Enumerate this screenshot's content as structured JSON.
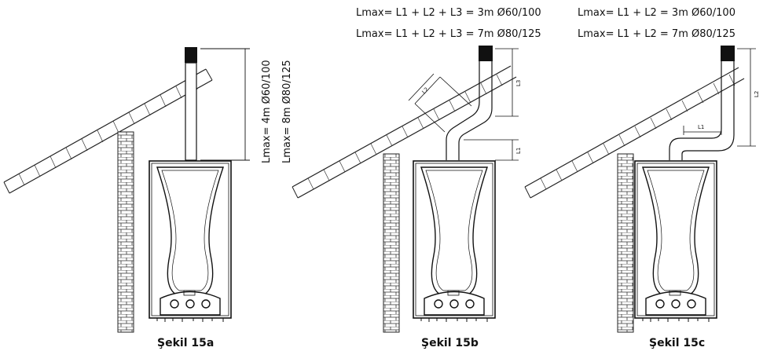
{
  "panels": [
    {
      "caption": "Şekil 15a",
      "formula_lines": [],
      "vertical_labels": [
        "Lmax= 4m Ø60/100",
        "Lmax= 8m Ø80/125"
      ],
      "segment_labels": []
    },
    {
      "caption": "Şekil 15b",
      "formula_lines": [
        "Lmax= L1 + L2 + L3 = 3m Ø60/100",
        "Lmax= L1 + L2 + L3 = 7m Ø80/125"
      ],
      "vertical_labels": [],
      "segment_labels": [
        "L2",
        "L3",
        "L1"
      ]
    },
    {
      "caption": "Şekil 15c",
      "formula_lines": [
        "Lmax= L1 + L2 = 3m Ø60/100",
        "Lmax= L1 + L2 = 7m Ø80/125"
      ],
      "vertical_labels": [],
      "segment_labels": [
        "L2",
        "L1"
      ]
    }
  ]
}
